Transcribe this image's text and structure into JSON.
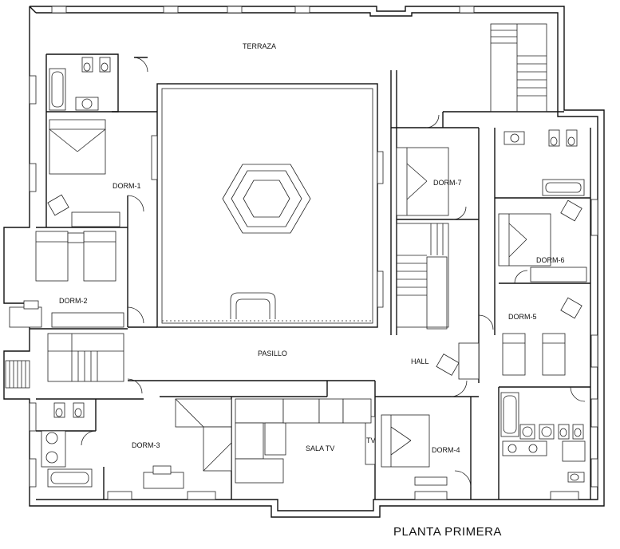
{
  "plan": {
    "title": "PLANTA PRIMERA",
    "rooms": {
      "terraza": "TERRAZA",
      "dorm1": "DORM-1",
      "dorm2": "DORM-2",
      "dorm3": "DORM-3",
      "dorm4": "DORM-4",
      "dorm5": "DORM-5",
      "dorm6": "DORM-6",
      "dorm7": "DORM-7",
      "pasillo": "PASILLO",
      "hall": "HALL",
      "sala_tv": "SALA TV",
      "tv": "TV"
    }
  }
}
